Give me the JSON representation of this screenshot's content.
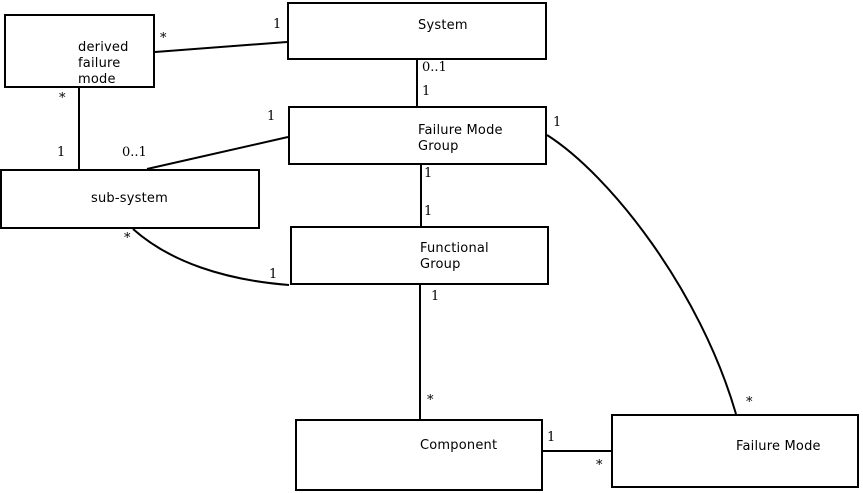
{
  "diagram": {
    "boxes": {
      "derived_failure_mode": {
        "label": "derived\nfailure\nmode"
      },
      "system": {
        "label": "System"
      },
      "failure_mode_group": {
        "label": "Failure Mode\nGroup"
      },
      "sub_system": {
        "label": "sub-system"
      },
      "functional_group": {
        "label": "Functional\nGroup"
      },
      "component": {
        "label": "Component"
      },
      "failure_mode": {
        "label": "Failure Mode"
      }
    },
    "multiplicities": {
      "ds_star": "*",
      "ds_one": "1",
      "dsub_star": "*",
      "dsub_one": "1",
      "sysfmg_zeroone": "0..1",
      "sysfmg_one": "1",
      "fmgsub_one": "1",
      "fmgsub_zeroone": "0..1",
      "fmgfg_one_upper": "1",
      "fmgfg_one_lower": "1",
      "subfg_star": "*",
      "subfg_one": "1",
      "fgcomp_one": "1",
      "fgcomp_star": "*",
      "compfm_one": "1",
      "compfm_star": "*",
      "fmgfm_one": "1",
      "fmgfm_star": "*"
    },
    "colors": {
      "line": "#000000",
      "box_fill": "#ffffff",
      "background": "#ffffff"
    }
  }
}
